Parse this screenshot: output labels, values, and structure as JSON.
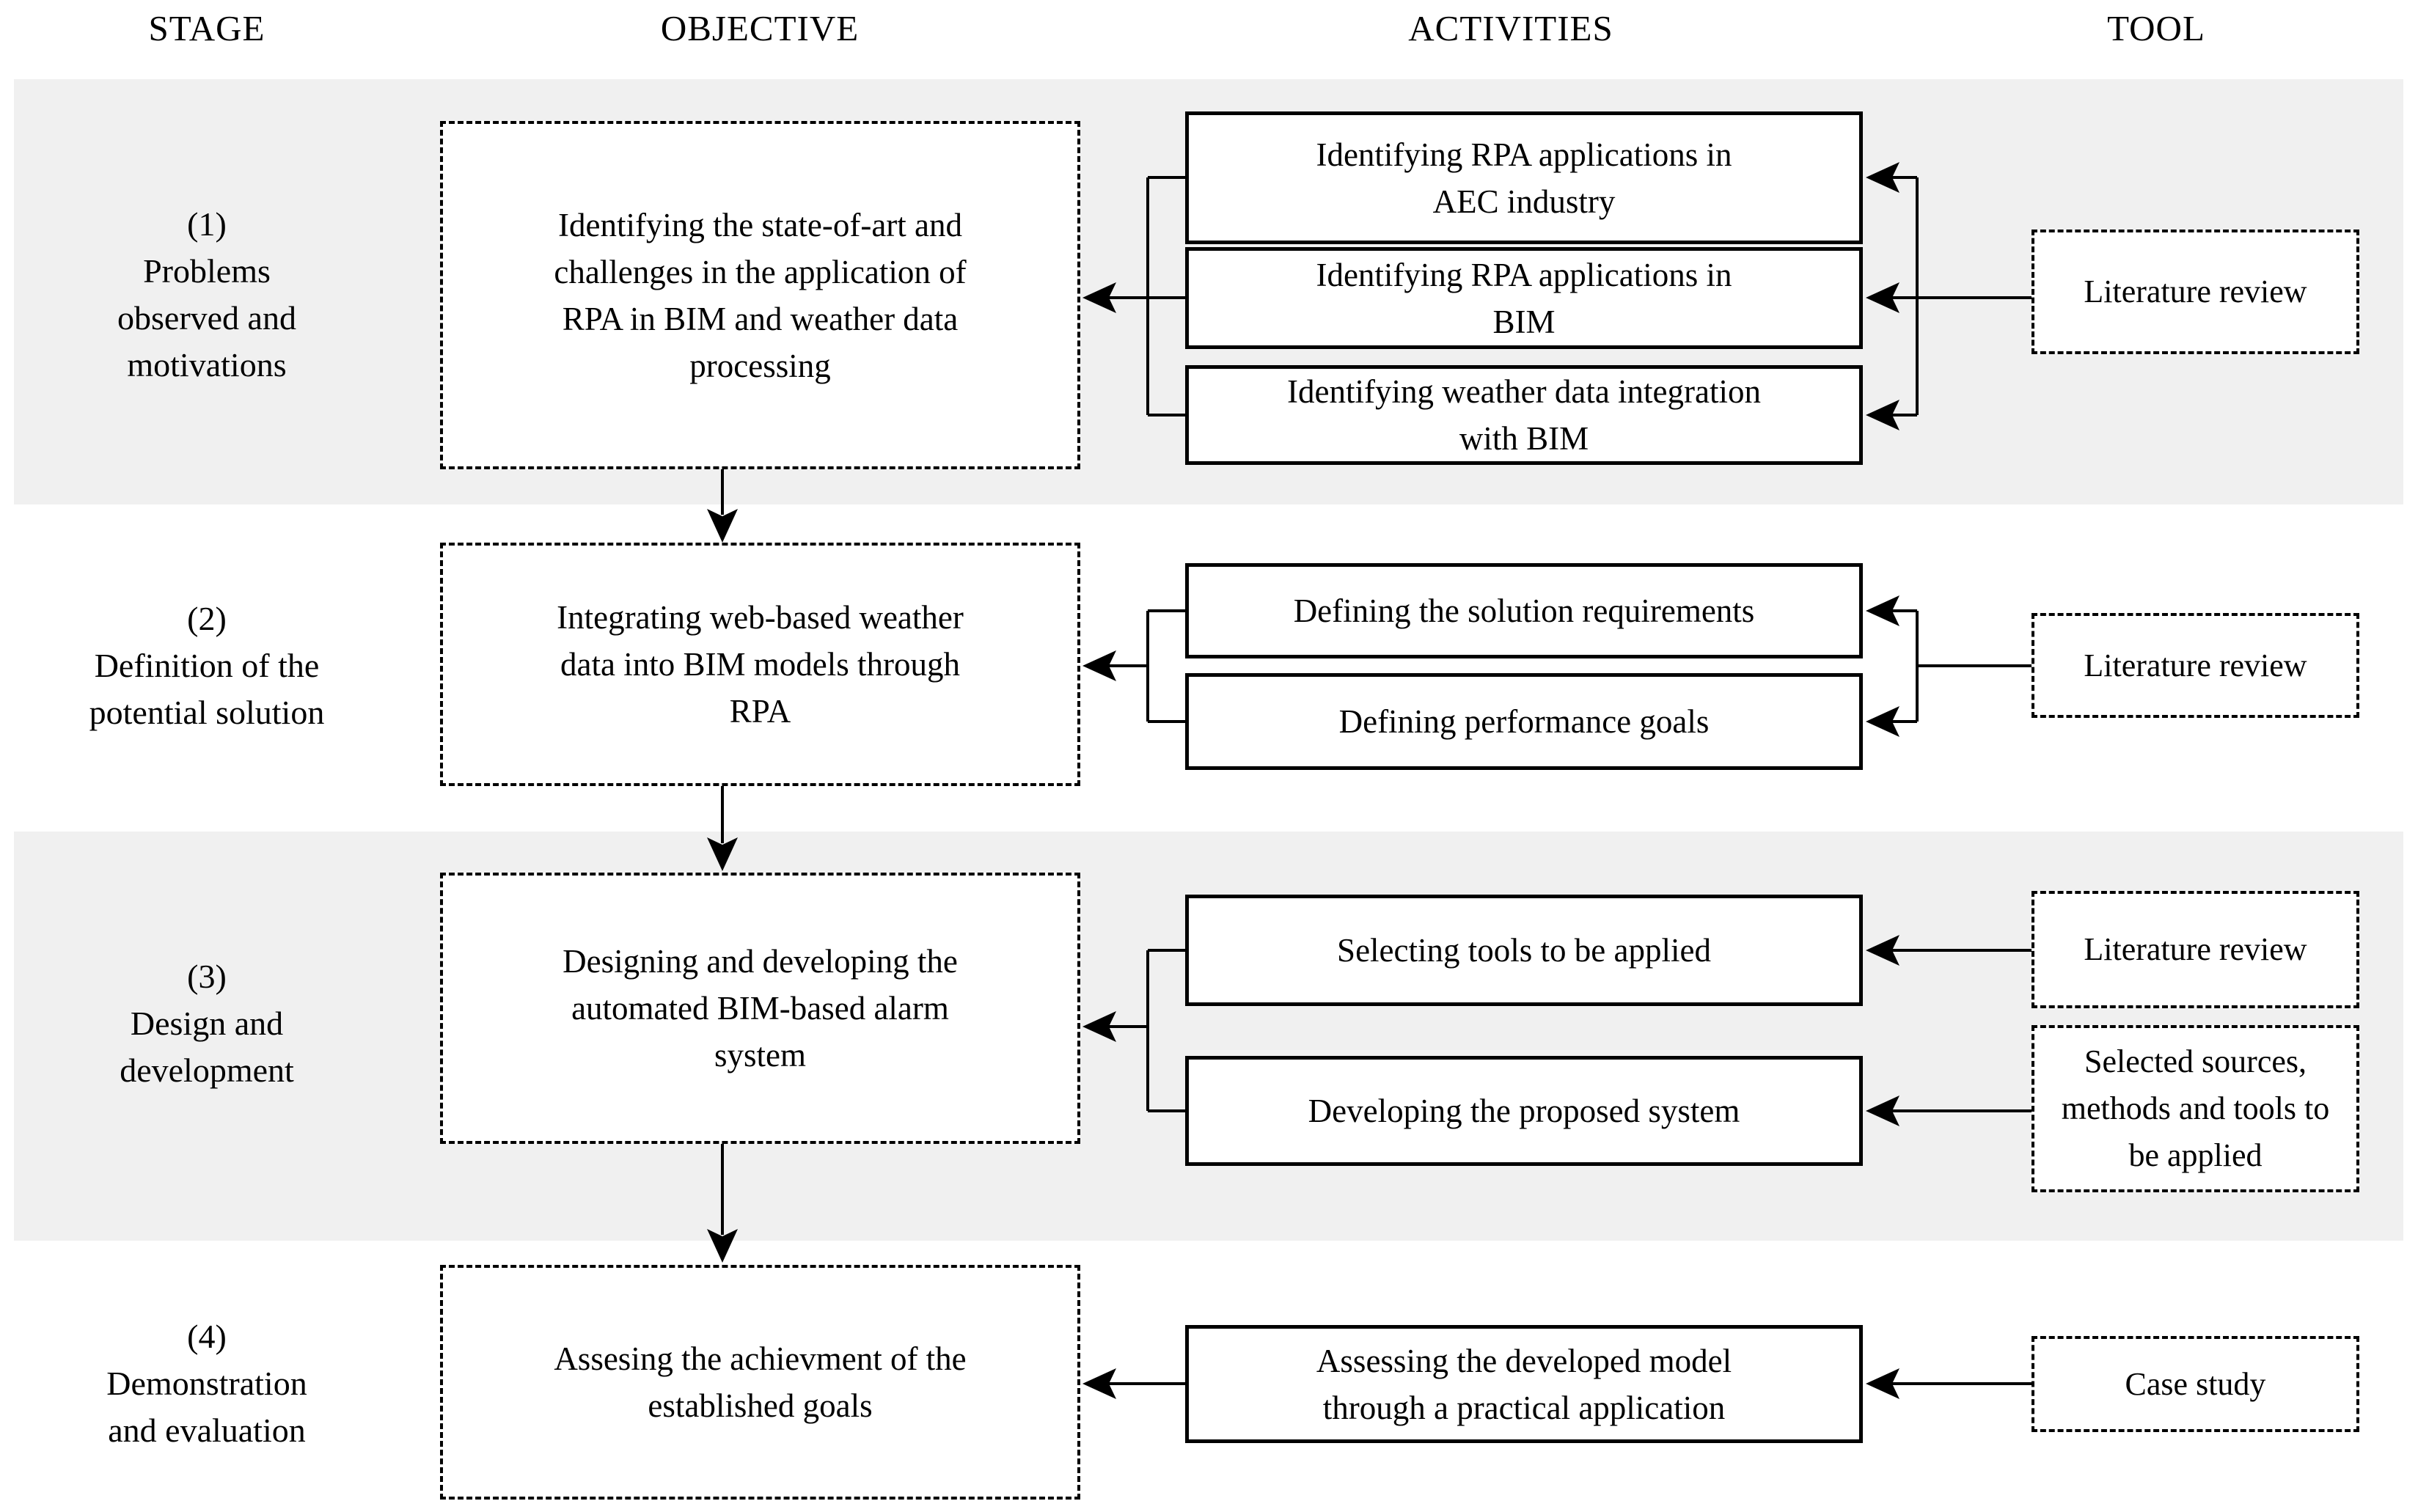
{
  "figure": "Research methodology flow diagram",
  "colors": {
    "background": "#ffffff",
    "row_band": "#f0f0f0",
    "line": "#000000",
    "text": "#000000",
    "box_fill": "#ffffff"
  },
  "columns": {
    "stage": "STAGE",
    "objective": "OBJECTIVE",
    "activities": "ACTIVITIES",
    "tool": "TOOL"
  },
  "rows": [
    {
      "stage": "(1)\nProblems\nobserved and\nmotivations",
      "objective": "Identifying the state-of-art and\nchallenges in the application of\nRPA in BIM and weather data\nprocessing",
      "activities": [
        "Identifying RPA applications in\nAEC industry",
        "Identifying RPA applications in\nBIM",
        "Identifying weather data integration\nwith BIM"
      ],
      "tools": [
        "Literature review"
      ]
    },
    {
      "stage": "(2)\nDefinition of the\npotential solution",
      "objective": "Integrating web-based weather\ndata into BIM models through\nRPA",
      "activities": [
        "Defining the solution requirements",
        "Defining performance goals"
      ],
      "tools": [
        "Literature review"
      ]
    },
    {
      "stage": "(3)\nDesign and\ndevelopment",
      "objective": "Designing and developing the\nautomated BIM-based alarm\nsystem",
      "activities": [
        "Selecting tools to be applied",
        "Developing the proposed system"
      ],
      "tools": [
        "Literature review",
        "Selected sources,\nmethods and tools to\nbe applied"
      ]
    },
    {
      "stage": "(4)\nDemonstration\nand evaluation",
      "objective": "Assesing the achievment of the\nestablished goals",
      "activities": [
        "Assessing the developed model\nthrough a practical application"
      ],
      "tools": [
        "Case study"
      ]
    }
  ]
}
